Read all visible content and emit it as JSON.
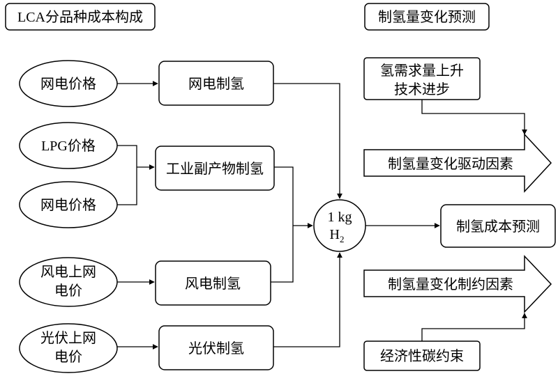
{
  "titles": {
    "left": "LCA分品种成本构成",
    "right": "制氢量变化预测"
  },
  "inputs": {
    "grid_price_1": "网电价格",
    "lpg_price": "LPG价格",
    "grid_price_2": "网电价格",
    "wind_price_line1": "风电上网",
    "wind_price_line2": "电价",
    "pv_price_line1": "光伏上网",
    "pv_price_line2": "电价"
  },
  "processes": {
    "grid_h2": "网电制氢",
    "industrial_h2": "工业副产物制氢",
    "wind_h2": "风电制氢",
    "pv_h2": "光伏制氢"
  },
  "center": {
    "line1": "1 kg",
    "line2_main": "H",
    "line2_sub": "2"
  },
  "output": {
    "cost_forecast": "制氢成本预测"
  },
  "right_side": {
    "demand_line1": "氢需求量上升",
    "demand_line2": "技术进步",
    "driving_factors": "制氢量变化驱动因素",
    "constraint_factors": "制氢量变化制约因素",
    "economic_carbon": "经济性碳约束"
  }
}
